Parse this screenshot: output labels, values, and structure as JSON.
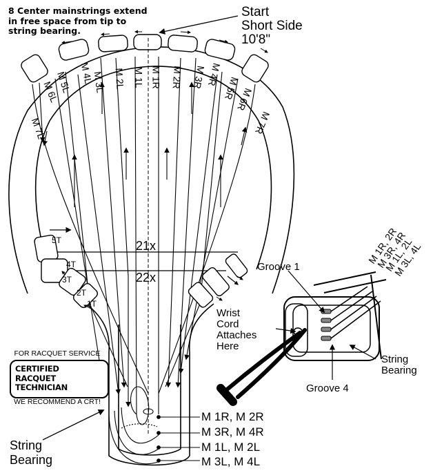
{
  "note": [
    "8 Center mainstrings extend",
    "in free space from tip to",
    "string bearing."
  ],
  "start": [
    "Start",
    "Short Side",
    "10'8\""
  ],
  "main_labels": [
    "M 7L",
    "M 6L",
    "M 5L",
    "M 4L",
    "M 3L",
    "M 2L",
    "M 1L",
    "M 1R",
    "M 2R",
    "M 3R",
    "M 4R",
    "M 5R",
    "M 6R",
    "M 7R"
  ],
  "cross_labels": [
    "21x",
    "22x"
  ],
  "throat_labels": [
    "5T",
    "4T",
    "3T",
    "2T",
    "1T"
  ],
  "groove_labels": [
    "M 1R, 2R",
    "M 3R, 4R",
    "M 1L, 2L",
    "M 3L, 4L"
  ],
  "groove1": "Groove 1",
  "groove4": "Groove 4",
  "wrist": [
    "Wrist",
    "Cord",
    "Attaches",
    "Here"
  ],
  "string_bearing_small": [
    "String",
    "Bearing"
  ],
  "string_bearing_big": [
    "String",
    "Bearing"
  ],
  "legend": [
    "M 1R, M 2R",
    "M 3R, M 4R",
    "M 1L, M 2L",
    "M 3L, M 4L"
  ],
  "badge": {
    "top": "FOR RACQUET SERVICE",
    "lines": [
      "CERTIFIED",
      "RACQUET",
      "TECHNICIAN"
    ],
    "bottom": "WE RECOMMEND A CRT!"
  }
}
